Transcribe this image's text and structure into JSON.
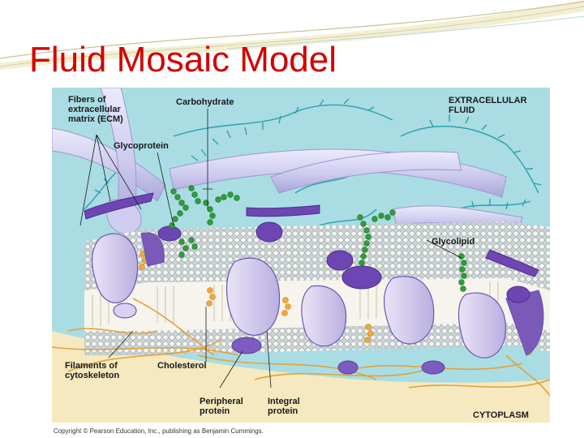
{
  "slide": {
    "title": "Fluid Mosaic Model"
  },
  "figure": {
    "labels": {
      "fibers_ecm": "Fibers of\nextracellular\nmatrix (ECM)",
      "carbohydrate": "Carbohydrate",
      "glycoprotein": "Glycoprotein",
      "extracellular_fluid": "EXTRACELLULAR\nFLUID",
      "glycolipid": "Glycolipid",
      "filaments_cytoskeleton": "Filaments of\ncytoskeleton",
      "cholesterol": "Cholesterol",
      "peripheral_protein": "Peripheral\nprotein",
      "integral_protein": "Integral\nprotein",
      "cytoplasm": "CYTOPLASM"
    },
    "copyright": "Copyright © Pearson Education, Inc., publishing as Benjamin Cummings."
  }
}
